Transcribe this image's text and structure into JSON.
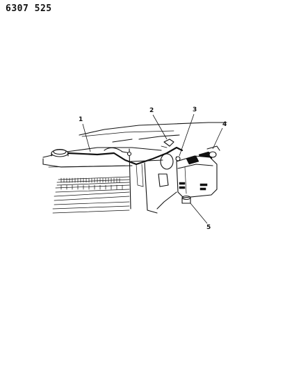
{
  "document": {
    "part_number": "6307 525"
  },
  "callouts": [
    {
      "label": "1"
    },
    {
      "label": "2"
    },
    {
      "label": "3"
    },
    {
      "label": "4"
    },
    {
      "label": "5"
    }
  ]
}
